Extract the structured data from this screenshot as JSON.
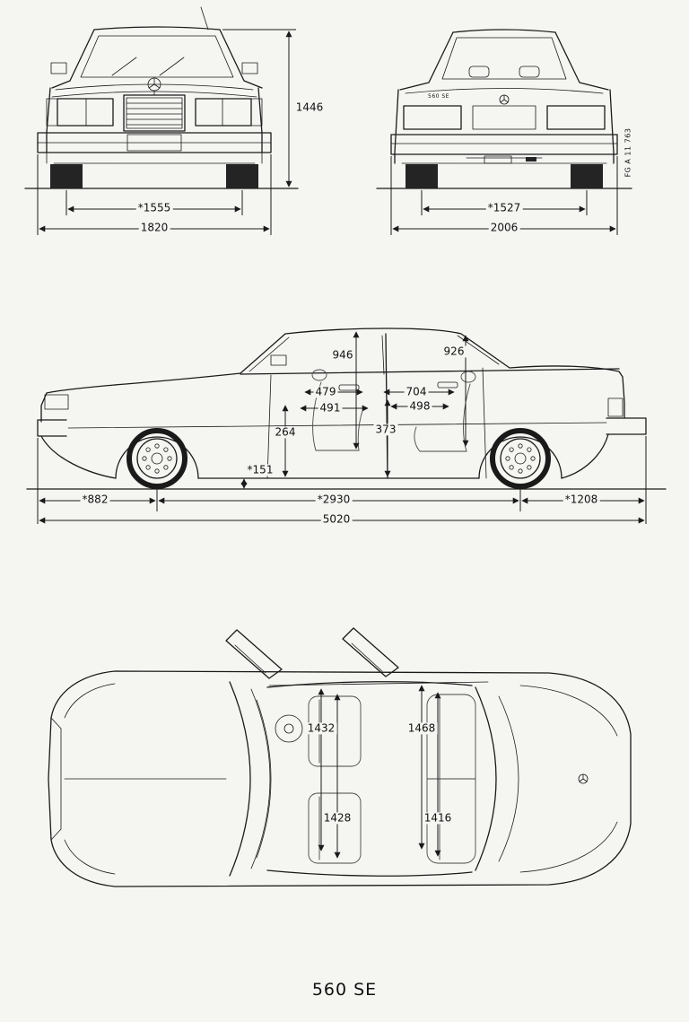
{
  "caption": "560 SE",
  "front_view": {
    "height": "1446",
    "track": "*1555",
    "width": "1820"
  },
  "rear_view": {
    "track": "*1527",
    "width": "2006",
    "badge": "560 SE",
    "plate_code": "FG A 11 763"
  },
  "side_view": {
    "headroom_front": "946",
    "headroom_rear": "926",
    "dim_479": "479",
    "dim_491": "491",
    "dim_704": "704",
    "dim_498": "498",
    "dim_264": "264",
    "dim_373": "373",
    "ground_clearance": "*151",
    "front_overhang": "*882",
    "wheelbase": "*2930",
    "rear_overhang": "*1208",
    "overall_length": "5020"
  },
  "top_view": {
    "shoulder_front": "1432",
    "elbow_front": "1428",
    "shoulder_rear": "1468",
    "elbow_rear": "1416"
  }
}
